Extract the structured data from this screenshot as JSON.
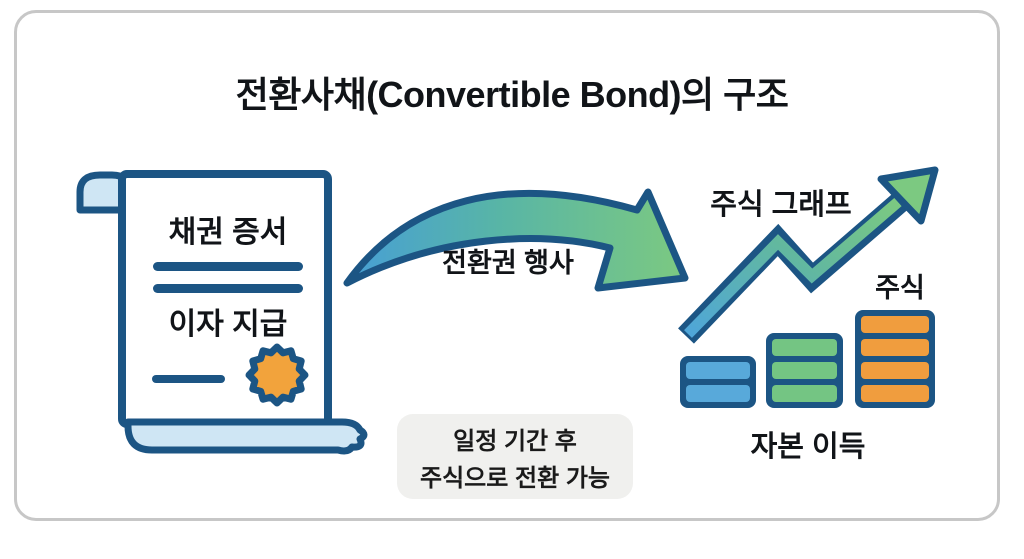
{
  "title": "전환사채(Convertible Bond)의 구조",
  "bond_certificate": {
    "heading": "채권 증서",
    "subheading": "이자 지급"
  },
  "conversion_arrow": {
    "label": "전환권 행사"
  },
  "stock_section": {
    "graph_label": "주식 그래프",
    "stock_label": "주식",
    "capital_gain_label": "자본 이득",
    "bars": [
      {
        "name": "bar-short",
        "color_key": "bar_blue",
        "segments": 2
      },
      {
        "name": "bar-medium",
        "color_key": "bar_green",
        "segments": 3
      },
      {
        "name": "bar-tall",
        "color_key": "bar_orange",
        "segments": 4
      }
    ]
  },
  "note_box": {
    "line1": "일정 기간 후",
    "line2": "주식으로 전환 가능"
  },
  "colors": {
    "outline_navy": "#1c5584",
    "scroll_fill": "#ffffff",
    "curl_blue": "#cfe6f4",
    "seal_orange": "#f2a33c",
    "bar_blue": "#58a9da",
    "bar_green": "#74c583",
    "bar_orange": "#f09d3e",
    "arrow_blue": "#479fd6",
    "arrow_teal": "#58b5a6",
    "arrow_green": "#7cc981",
    "frame_gray": "#c7c7c7",
    "note_bg": "#f0f0ee"
  }
}
